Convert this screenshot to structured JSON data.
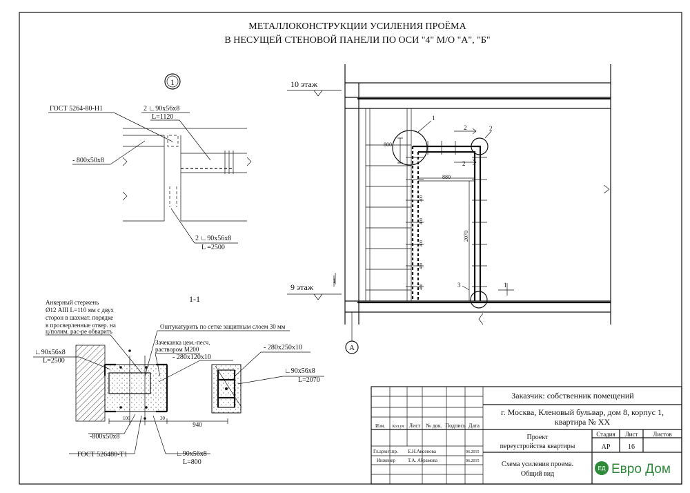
{
  "title": {
    "line1": "МЕТАЛЛОКОНСТРУКЦИИ УСИЛЕНИЯ ПРОЁМА",
    "line2": "В НЕСУЩЕЙ СТЕНОВОЙ ПАНЕЛИ ПО ОСИ \"4\" М/О \"А\", \"Б\""
  },
  "detail1": {
    "marker": "1",
    "gost": "ГОСТ 5264-80-Н1",
    "angle_top": "2 ∟90x56x8",
    "angle_top_len": "L=1120",
    "plate": "- 800x50x8",
    "angle_bottom": "2 ∟90x56x8",
    "angle_bottom_len": "L =2500"
  },
  "section": {
    "label": "1-1",
    "anchor_note": [
      "Анкерный стержень",
      "Ø12 АIII L=110 мм с двух",
      "сторон в шахмат. порядке",
      "в просверленные отвер. на",
      "ц/полим. рас-ре обварить"
    ],
    "plaster_note": "Оштукатурить по сетке защитным слоем 30 мм",
    "mortar_note": [
      "Зачеканка цем.-песч.",
      "раствором М200"
    ],
    "plate_a": "- 280x120x10",
    "plate_b": "- 280x250x10",
    "angle_left": "∟90x56x8",
    "angle_left_len": "L=2500",
    "angle_right": "∟90x56x8",
    "angle_right_len": "L=2070",
    "plate_c": "-800x50x8",
    "gost_t1": "ГОСТ 526480-Т1",
    "angle_bot": "∟90x56x8",
    "angle_bot_len": "L=800",
    "dim_940": "940",
    "dim_30": "30",
    "dim_100": "100"
  },
  "elevation": {
    "floor_10": "10 этаж",
    "floor_9": "9 этаж",
    "axis": "A",
    "dim_800": "800",
    "dim_880": "880",
    "dim_2070": "2070",
    "dim_400s": [
      "400",
      "400",
      "400",
      "400",
      "400"
    ],
    "callout_1": "1",
    "callout_2": "2",
    "callout_3": "3",
    "cut_2a": "2",
    "cut_2b": "2",
    "cut_1a": "1",
    "cut_1b": "1"
  },
  "stamp": {
    "customer": "Заказчик: собственник помещений",
    "address_line1": "г. Москва, Кленовый бульвар, дом 8, корпус 1,",
    "address_line2": "квартира № XX",
    "headers": [
      "Изм.",
      "Кол.уч",
      "Лист",
      "№ док.",
      "Подпись",
      "Дата"
    ],
    "row1_role": "Гл.архит.пр.",
    "row1_name": "Е.Н.Аксенова",
    "row1_date": "06.2015",
    "row2_role": "Инженер",
    "row2_name": "Т.А. Абрамова",
    "row2_date": "06.2015",
    "project_line1": "Проект",
    "project_line2": "переустройства квартиры",
    "stage_label": "Стадия",
    "sheet_label": "Лист",
    "sheets_label": "Листов",
    "stage": "АР",
    "sheet": "16",
    "sheets": "",
    "drawing_line1": "Схема усиления проема.",
    "drawing_line2": "Общий вид",
    "logo": "Евро Дом",
    "logo_mark": "ЕД",
    "colors": {
      "logo_green": "#2f8a3a"
    }
  }
}
